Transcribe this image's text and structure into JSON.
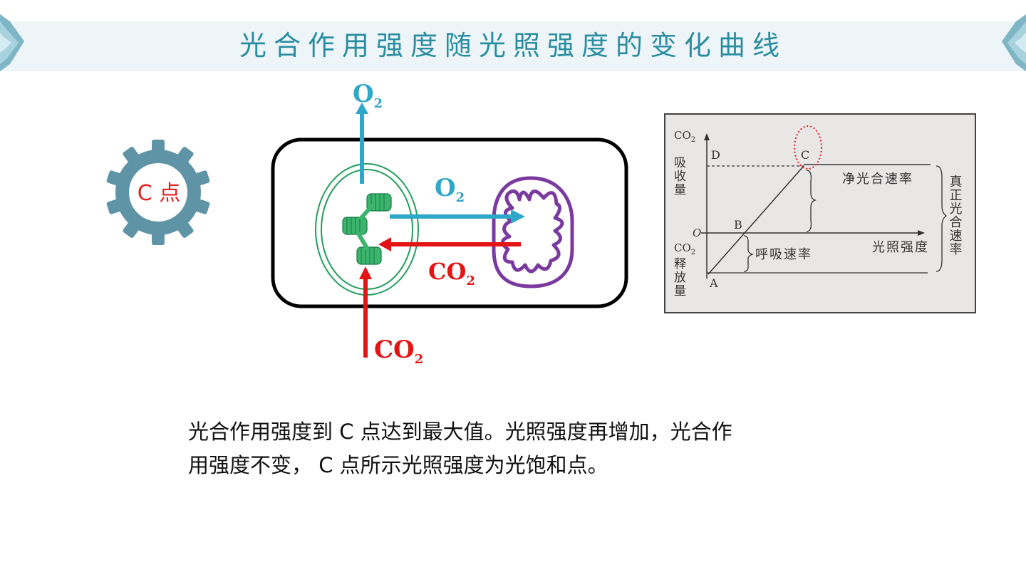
{
  "slide": {
    "title": "光合作用强度随光照强度的变化曲线"
  },
  "badge": {
    "label": "C 点",
    "icon": "gear-icon",
    "gear_color": "#5f94a6",
    "label_color": "#e41f1f"
  },
  "cell_diagram": {
    "o2_top_label": "O",
    "o2_top_sub": "2",
    "o2_mid_label": "O",
    "o2_mid_sub": "2",
    "co2_mid_label": "CO",
    "co2_mid_sub": "2",
    "co2_bottom_label": "CO",
    "co2_bottom_sub": "2",
    "o2_color": "#2ea7c8",
    "co2_color": "#e41414",
    "chloroplast_color": "#1f9e5a",
    "mitochondrion_color": "#7a3aa0"
  },
  "chart_data": {
    "type": "line",
    "y_label_top": "CO",
    "y_label_top_sub": "2",
    "y_label_top_rest": "吸收量",
    "y_label_bottom": "CO",
    "y_label_bottom_sub": "2",
    "y_label_bottom_rest": "释放量",
    "x_label": "光照强度",
    "origin_label": "O",
    "points": [
      {
        "label": "A"
      },
      {
        "label": "B"
      },
      {
        "label": "C"
      },
      {
        "label": "D"
      }
    ],
    "annotations": {
      "net_rate": "净光合速率",
      "respiration_rate": "呼吸速率",
      "true_rate": "真正光合速率"
    }
  },
  "body": {
    "line1": "光合作用强度到 C 点达到最大值。光照强度再增加，光合作",
    "line2": "用强度不变， C 点所示光照强度为光饱和点。"
  }
}
